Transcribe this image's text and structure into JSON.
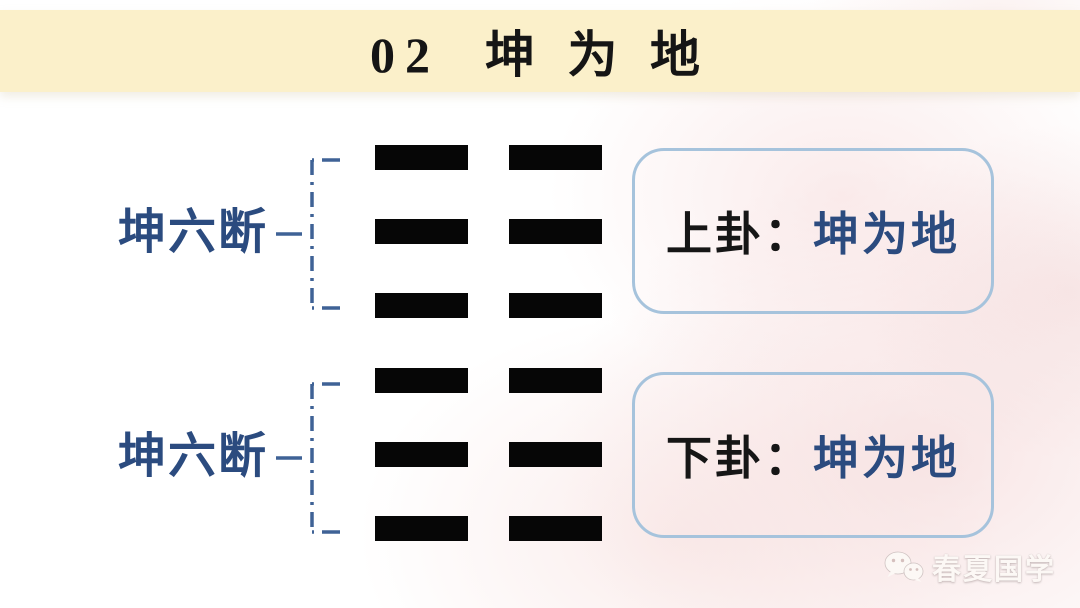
{
  "slide": {
    "title": "02  坤 为 地"
  },
  "groups": [
    {
      "label": "坤六断",
      "trigram": "坤",
      "lines": [
        "broken",
        "broken",
        "broken"
      ],
      "box": {
        "prefix": "上卦：",
        "value": "坤为地"
      }
    },
    {
      "label": "坤六断",
      "trigram": "坤",
      "lines": [
        "broken",
        "broken",
        "broken"
      ],
      "box": {
        "prefix": "下卦：",
        "value": "坤为地"
      }
    }
  ],
  "watermark": {
    "brand": "春夏国学",
    "icon": "wechat-icon"
  },
  "colors": {
    "banner": "#FBF0CA",
    "label_blue": "#2B4B7F",
    "bracket_blue": "#3F6296",
    "box_border": "#A6C3DC",
    "line_black": "#060606"
  }
}
